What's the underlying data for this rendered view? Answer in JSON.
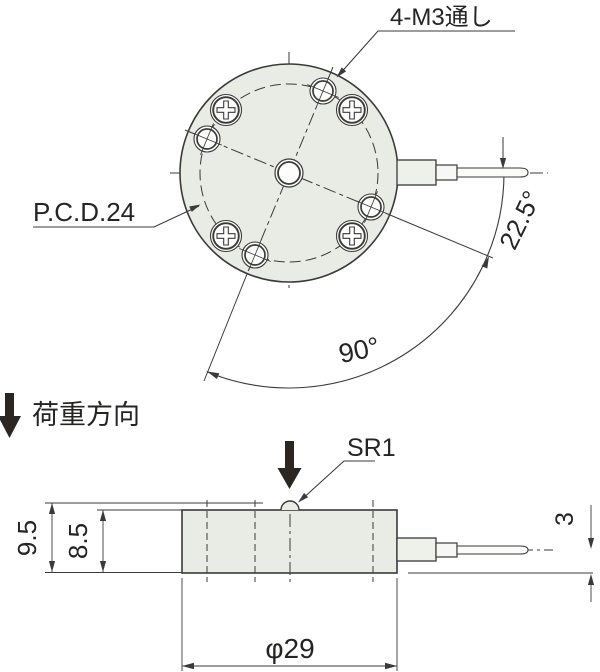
{
  "drawing": {
    "type": "engineering-drawing",
    "views": {
      "top_view": "circular sensor body with 8 mounting holes and side cable",
      "side_view": "rectangular body profile with SR1 dome and side cable"
    },
    "labels": {
      "bolt_holes": "4-M3通し",
      "pcd": "P.C.D.24",
      "angle_small": "22.5°",
      "angle_large": "90°",
      "load_direction": "荷重方向",
      "sphere_radius": "SR1",
      "height_total": "9.5",
      "height_body": "8.5",
      "cable_offset": "3",
      "diameter": "φ29"
    },
    "colors": {
      "line": "#3a3a3a",
      "body_fill": "#e9ebe5",
      "text": "#262422",
      "thick_arrow": "#2b2622",
      "background": "#ffffff"
    }
  }
}
